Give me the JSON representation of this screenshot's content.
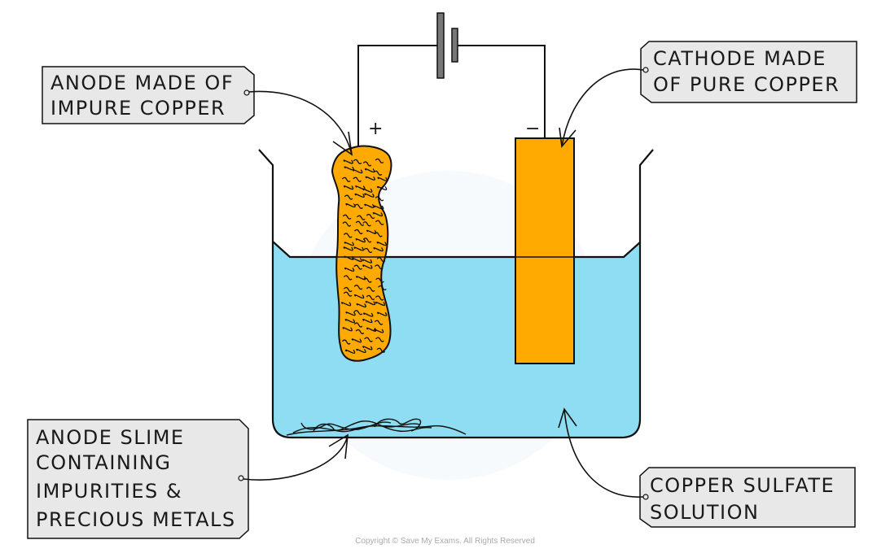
{
  "diagram": {
    "title": "Electrolytic purification of copper",
    "labels": {
      "anode": [
        "ANODE MADE OF",
        "IMPURE COPPER"
      ],
      "cathode": [
        "CATHODE MADE",
        "OF PURE COPPER"
      ],
      "slime": [
        "ANODE SLIME",
        "CONTAINING",
        "IMPURITIES &",
        "PRECIOUS METALS"
      ],
      "solution": [
        "COPPER SULFATE",
        "SOLUTION"
      ]
    },
    "terminals": {
      "positive": "+",
      "negative": "−"
    },
    "colors": {
      "copper": "#FFAA00",
      "solution": "#8EDDF2",
      "label_bg": "#E8E8E8",
      "battery": "#777777",
      "stroke": "#111111"
    }
  },
  "footer": {
    "copyright": "Copyright © Save My Exams. All Rights Reserved"
  }
}
